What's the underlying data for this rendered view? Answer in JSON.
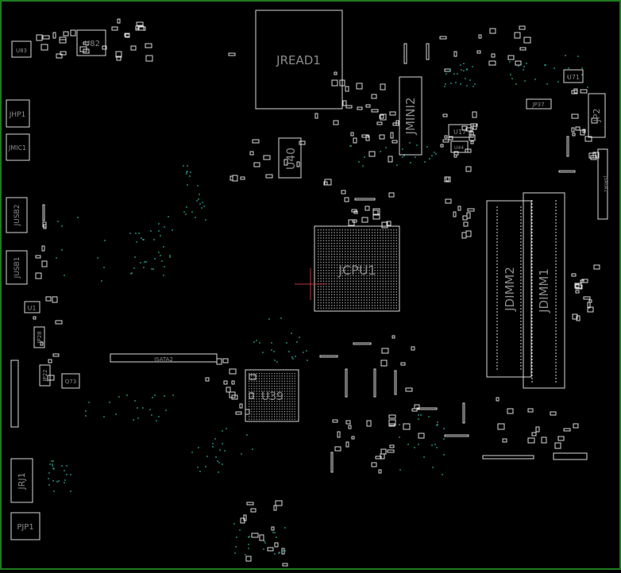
{
  "board": {
    "border_color": "#1f7a1f",
    "outline_color": "#d8d8d8",
    "label_color": "#8a8a8a",
    "via_color": "#2fa89a",
    "marker_color": "#b03a3a"
  },
  "components": {
    "jread1": "JREAD1",
    "u82": "U82",
    "u83": "U83",
    "jhp1": "JHP1",
    "jmic1": "JMIC1",
    "jusb2": "JUSB2",
    "jusb1": "JUSB1",
    "u1": "U1",
    "jp28": "JP28",
    "jp22": "JP22",
    "q73": "Q73",
    "jrj1": "JRJ1",
    "pjp1": "PJP1",
    "u40": "U40",
    "jmini2": "JMINI2",
    "u17": "U17",
    "u44": "U44",
    "u71": "U71",
    "jp37": "JP37",
    "jp2": "JP2",
    "jsata1": "JSATA1",
    "jcpu1": "JCPU1",
    "jdimm2": "JDIMM2",
    "jdimm1": "JDIMM1",
    "jsata2": "JSATA2",
    "u39": "U39"
  }
}
